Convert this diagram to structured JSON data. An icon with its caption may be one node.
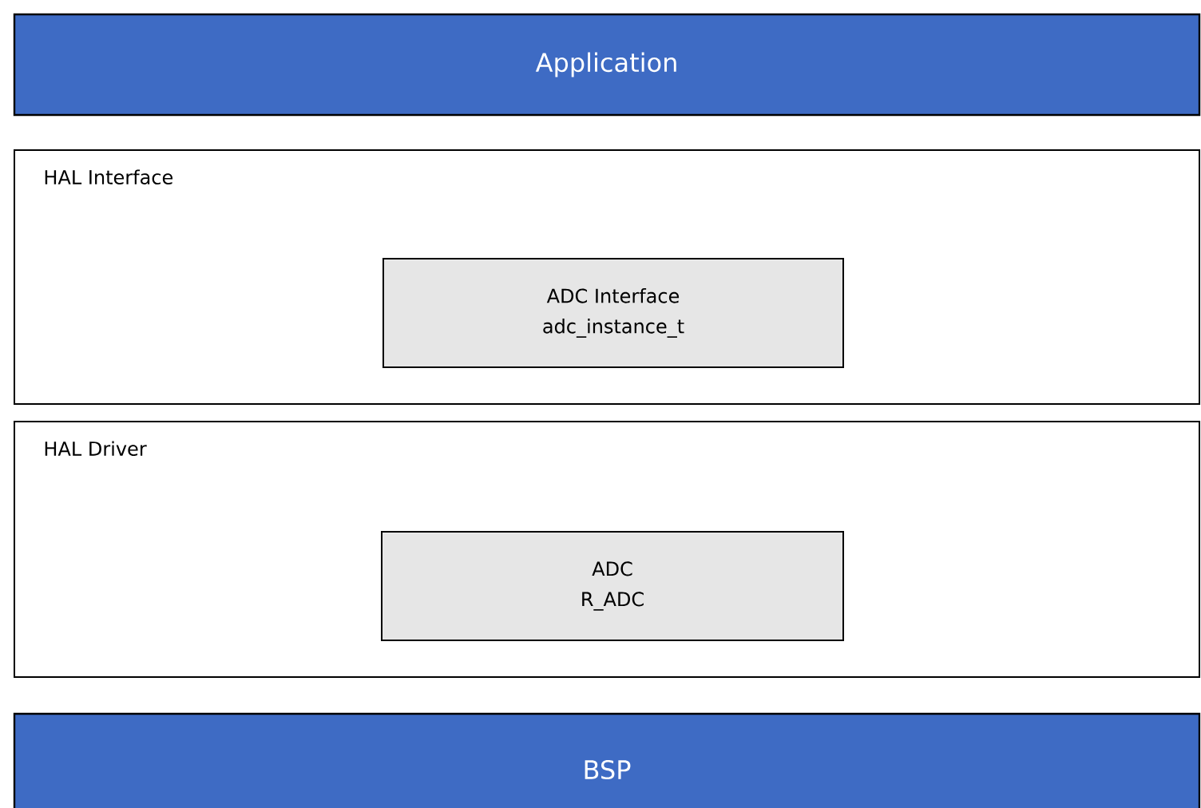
{
  "diagram": {
    "nodes": [
      {
        "text": [
          "Application"
        ]
      },
      {
        "text": [
          "HAL Interface"
        ]
      },
      {
        "text": [
          "ADC Interface",
          "adc_instance_t"
        ],
        "in": 1
      },
      {
        "text": [
          "HAL Driver"
        ]
      },
      {
        "text": [
          "ADC",
          "R_ADC"
        ],
        "in": 3
      },
      {
        "text": [
          "BSP"
        ]
      }
    ]
  }
}
